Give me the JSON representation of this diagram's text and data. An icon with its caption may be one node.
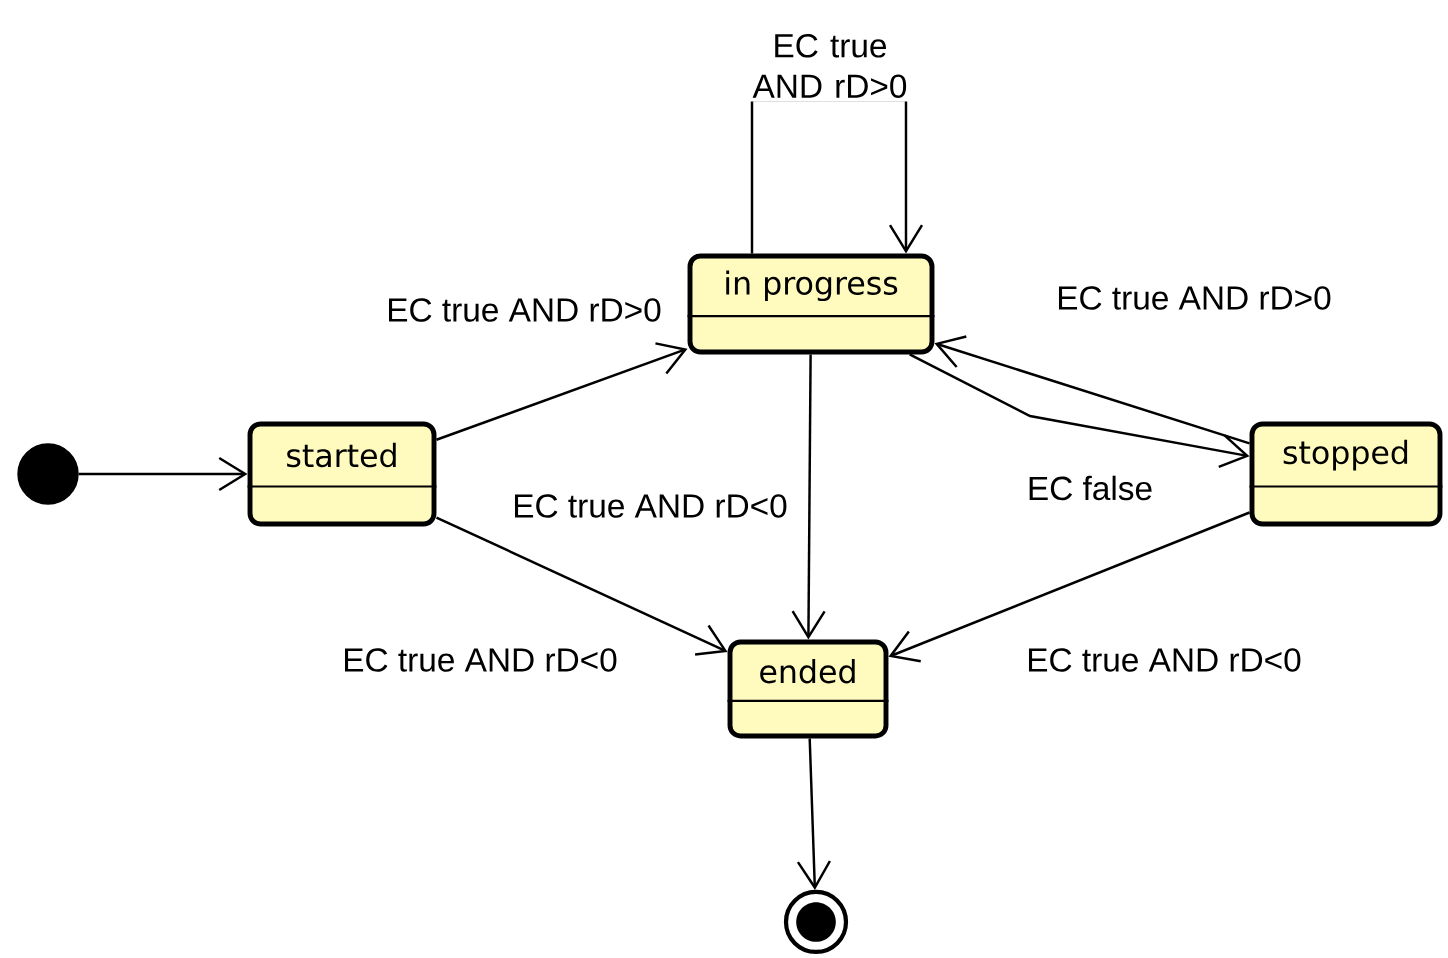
{
  "diagram": {
    "nodes": [
      {
        "text": [],
        "shape": "circle"
      },
      {
        "text": [
          "started"
        ]
      },
      {
        "text": [
          "in progress"
        ]
      },
      {
        "text": [
          "stopped"
        ]
      },
      {
        "text": [
          "ended"
        ]
      },
      {
        "text": [],
        "shape": "bullseye"
      }
    ],
    "edges": [
      {
        "from": 0,
        "to": 1,
        "arrow": "to"
      },
      {
        "from": 1,
        "to": 2,
        "arrow": "to",
        "label": "EC true AND rD>0"
      },
      {
        "from": 2,
        "to": 2,
        "arrow": "to",
        "label": "EC true AND rD>0"
      },
      {
        "from": 3,
        "to": 2,
        "arrow": "to",
        "label": "EC true AND rD>0"
      },
      {
        "from": 2,
        "to": 3,
        "arrow": "to",
        "label": "EC false"
      },
      {
        "from": 2,
        "to": 4,
        "arrow": "to",
        "label": "EC true AND rD<0"
      },
      {
        "from": 1,
        "to": 4,
        "arrow": "to",
        "label": "EC true AND rD<0"
      },
      {
        "from": 3,
        "to": 4,
        "arrow": "to",
        "label": "EC true AND rD<0"
      },
      {
        "from": 4,
        "to": 5,
        "arrow": "to"
      }
    ]
  }
}
